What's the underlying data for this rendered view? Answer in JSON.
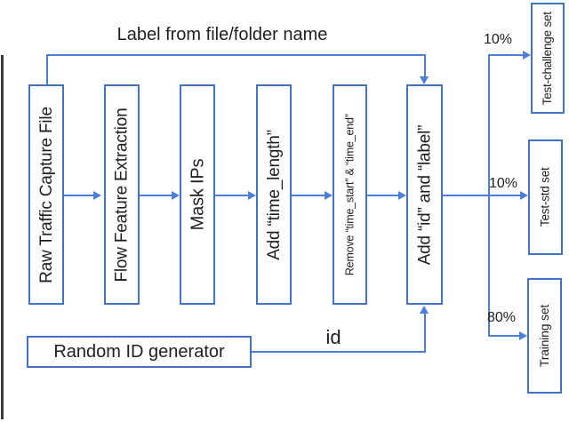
{
  "colors": {
    "accent_blue": "#4472c4",
    "line_blue": "#4d7ed8",
    "text": "#1f1f1f",
    "frame": "#3b3b3b"
  },
  "labels": {
    "top_flow": "Label from file/folder name",
    "id_flow": "id"
  },
  "pipeline": {
    "stages": [
      "Raw Traffic Capture File",
      "Flow Feature Extraction",
      "Mask IPs",
      "Add “time_length”",
      "Remove “time_start” & “time_end”",
      "Add “id” and “label”"
    ]
  },
  "generator": {
    "label": "Random ID generator"
  },
  "splits": [
    {
      "percent": "10%",
      "set": "Test-challenge set"
    },
    {
      "percent": "10%",
      "set": "Test-std set"
    },
    {
      "percent": "80%",
      "set": "Training set"
    }
  ]
}
